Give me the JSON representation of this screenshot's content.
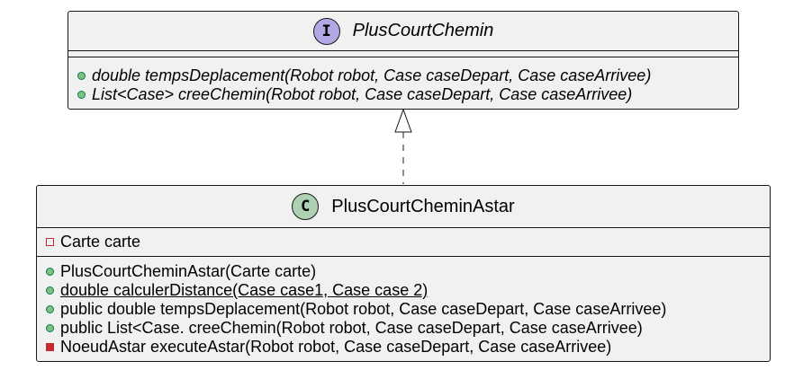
{
  "interface": {
    "stereotype_letter": "I",
    "name": "PlusCourtChemin",
    "methods": [
      {
        "visibility": "public",
        "text": "double tempsDeplacement(Robot robot, Case caseDepart, Case caseArrivee)"
      },
      {
        "visibility": "public",
        "text": "List<Case> creeChemin(Robot robot, Case caseDepart, Case caseArrivee)"
      }
    ]
  },
  "implementation": {
    "stereotype_letter": "C",
    "name": "PlusCourtCheminAstar",
    "fields": [
      {
        "visibility": "private",
        "text": "Carte carte"
      }
    ],
    "methods": [
      {
        "visibility": "public",
        "text": "PlusCourtCheminAstar(Carte carte)"
      },
      {
        "visibility": "public",
        "text": "double calculerDistance(Case case1, Case case 2)",
        "static": true
      },
      {
        "visibility": "public",
        "text": "public double tempsDeplacement(Robot robot, Case caseDepart, Case caseArrivee)"
      },
      {
        "visibility": "public",
        "text": "public List<Case. creeChemin(Robot robot, Case caseDepart, Case caseArrivee)"
      },
      {
        "visibility": "private",
        "text": "NoeudAstar executeAstar(Robot robot, Case caseDepart, Case caseArrivee)"
      }
    ]
  },
  "relation": {
    "type": "realization"
  },
  "colors": {
    "box_fill": "#f1f1f1",
    "border": "#181818",
    "interface_circle": "#b4a7e5",
    "class_circle": "#add1b2",
    "public_marker": "#84be84",
    "private_marker": "#c82930"
  }
}
